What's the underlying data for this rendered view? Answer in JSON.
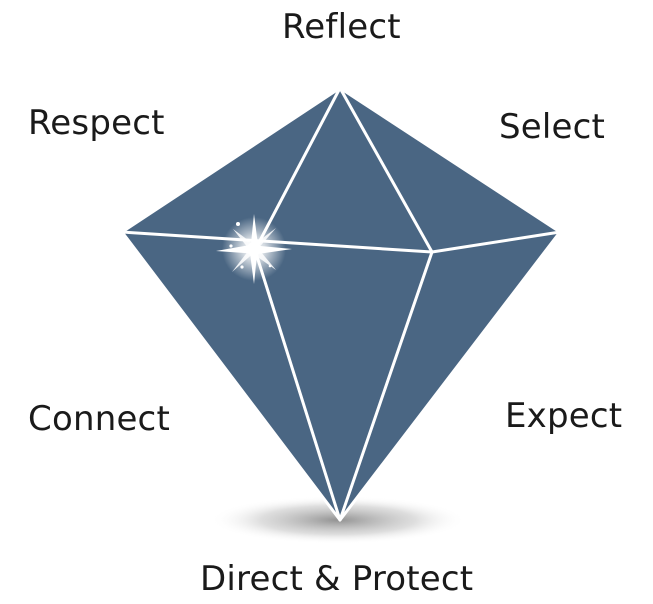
{
  "diagram": {
    "colors": {
      "gem_fill": "#4a6683",
      "facet_line": "#ffffff",
      "text": "#1a1a1a",
      "shadow": "#9a9a9a"
    },
    "labels": {
      "top": "Reflect",
      "top_left": "Respect",
      "top_right": "Select",
      "bottom_left": "Connect",
      "bottom_right": "Expect",
      "bottom": "Direct & Protect"
    },
    "icons": [
      "sparkle-icon"
    ]
  }
}
